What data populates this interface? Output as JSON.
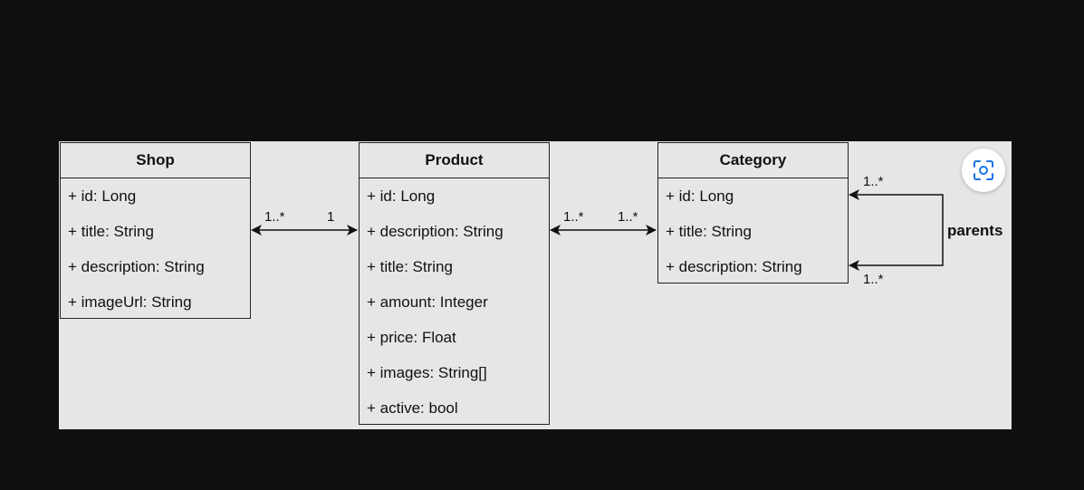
{
  "classes": {
    "shop": {
      "name": "Shop",
      "attributes": [
        "+ id: Long",
        "+ title: String",
        "+ description: String",
        "+ imageUrl: String"
      ]
    },
    "product": {
      "name": "Product",
      "attributes": [
        "+ id: Long",
        "+ description: String",
        "+ title: String",
        "+ amount: Integer",
        "+ price: Float",
        "+ images: String[]",
        "+ active: bool"
      ]
    },
    "category": {
      "name": "Category",
      "attributes": [
        "+ id: Long",
        "+ title: String",
        "+ description: String"
      ]
    }
  },
  "relations": {
    "shop_product": {
      "left_mult": "1..*",
      "right_mult": "1"
    },
    "product_category": {
      "left_mult": "1..*",
      "right_mult": "1..*"
    },
    "category_self": {
      "label": "parents",
      "top_mult": "1..*",
      "bottom_mult": "1..*"
    }
  },
  "icons": {
    "visual_search": "visual-search-icon"
  },
  "colors": {
    "background": "#0f0f0f",
    "canvas": "#e6e6e6",
    "line": "#111111"
  }
}
